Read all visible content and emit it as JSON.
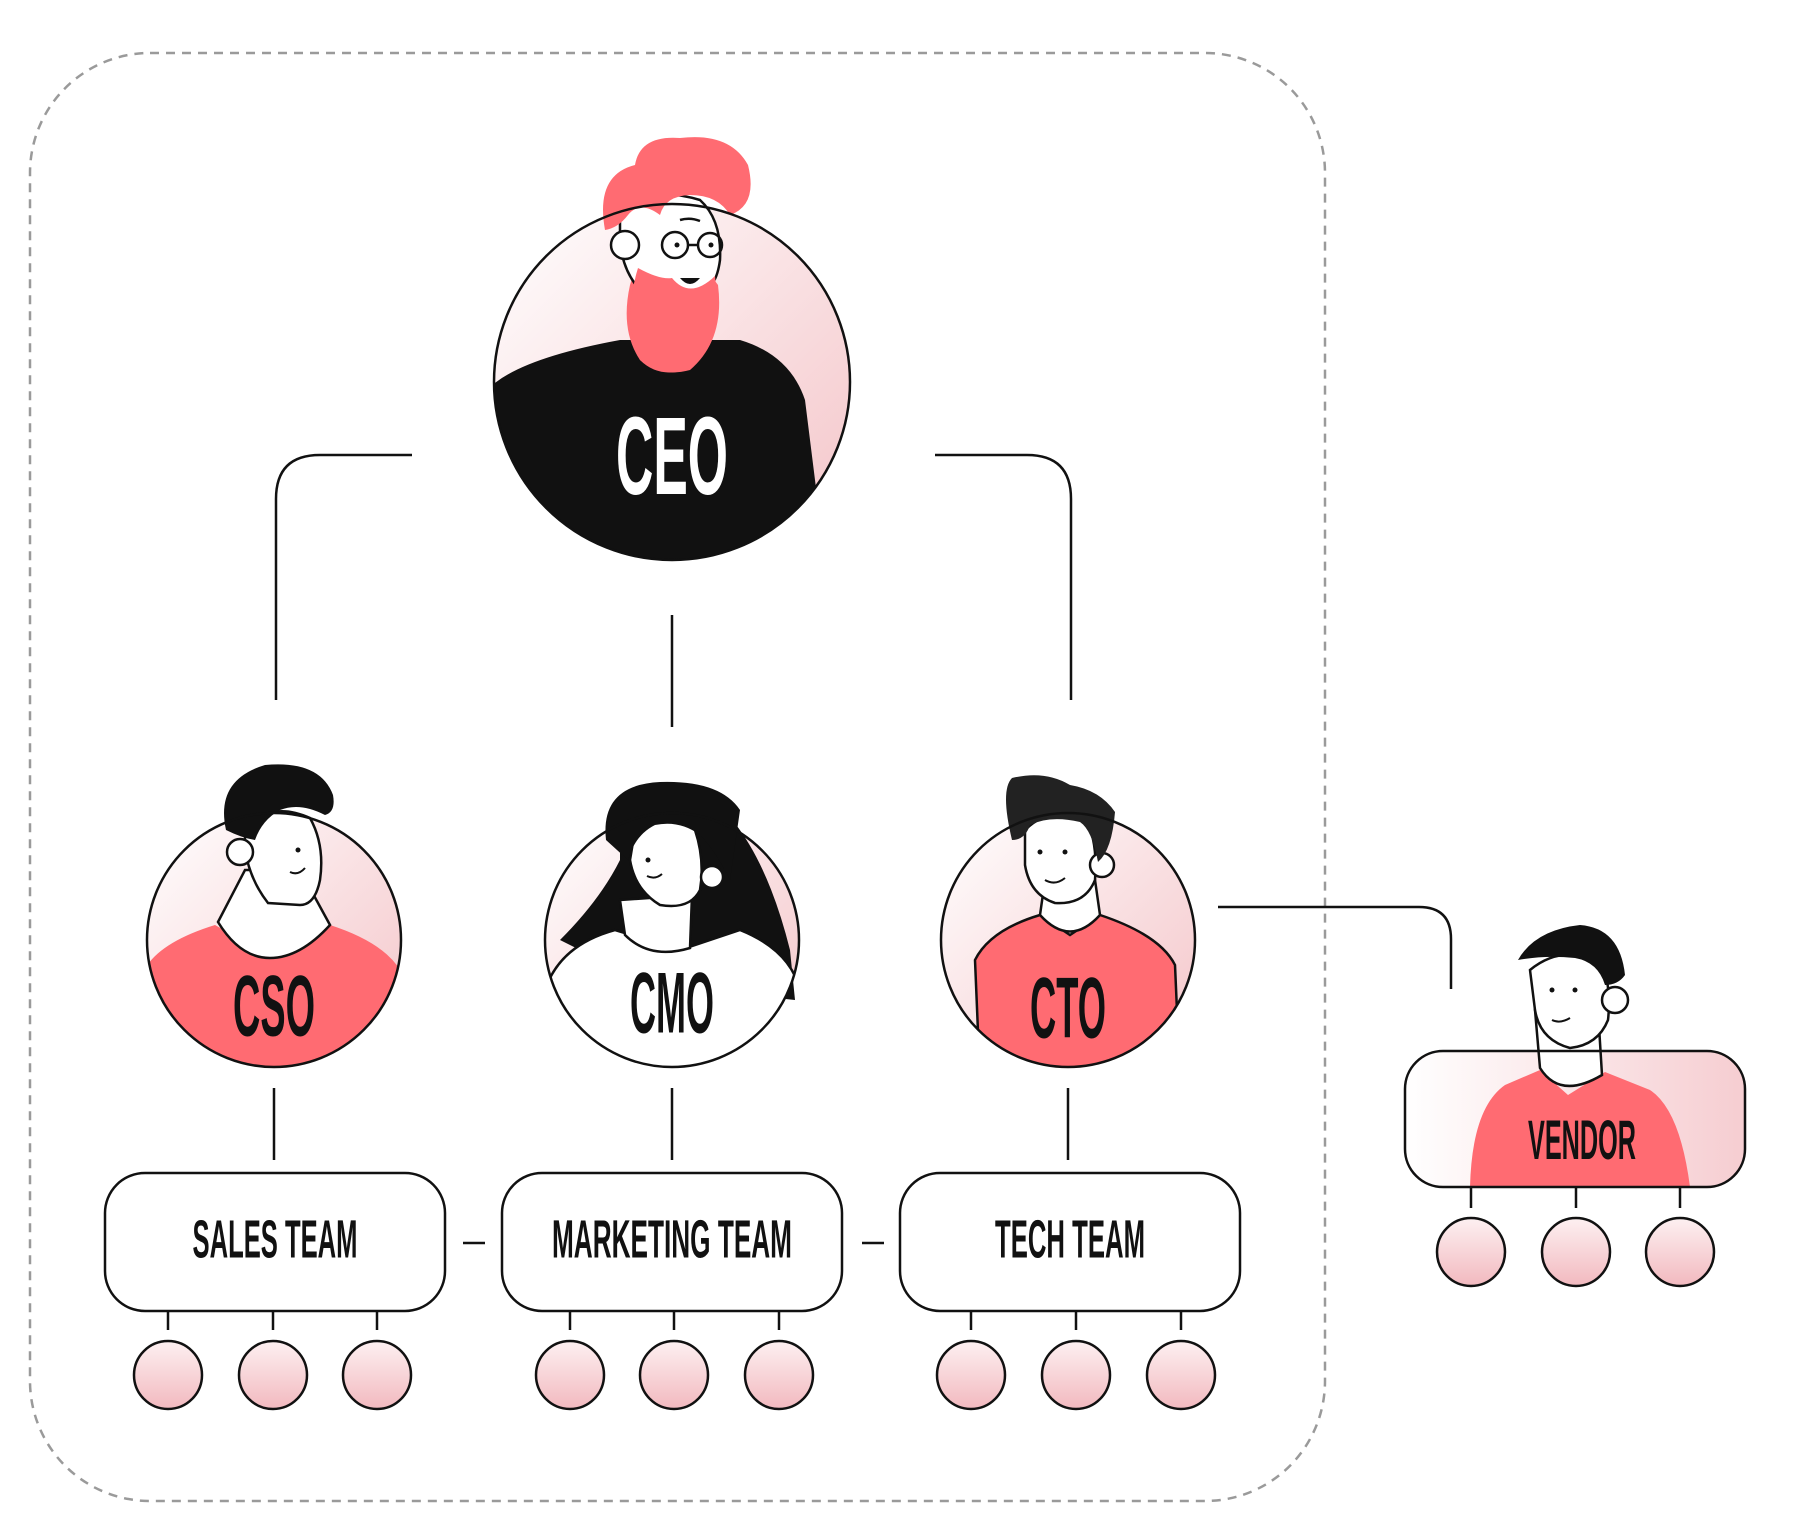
{
  "colors": {
    "accent": "#ff6b72",
    "pink_light": "#f7d3d6",
    "pink_soft": "#fbe7e9",
    "ink": "#111111",
    "dashed": "#9a9a9a"
  },
  "roles": {
    "ceo": "CEO",
    "cso": "CSO",
    "cmo": "CMO",
    "cto": "CTO",
    "vendor": "VENDOR"
  },
  "teams": {
    "sales": "SALES TEAM",
    "marketing": "MARKETING TEAM",
    "tech": "TECH TEAM"
  },
  "icons": {
    "ceo": "ceo-avatar-icon",
    "cso": "cso-avatar-icon",
    "cmo": "cmo-avatar-icon",
    "cto": "cto-avatar-icon",
    "vendor": "vendor-avatar-icon",
    "member": "team-member-icon"
  }
}
